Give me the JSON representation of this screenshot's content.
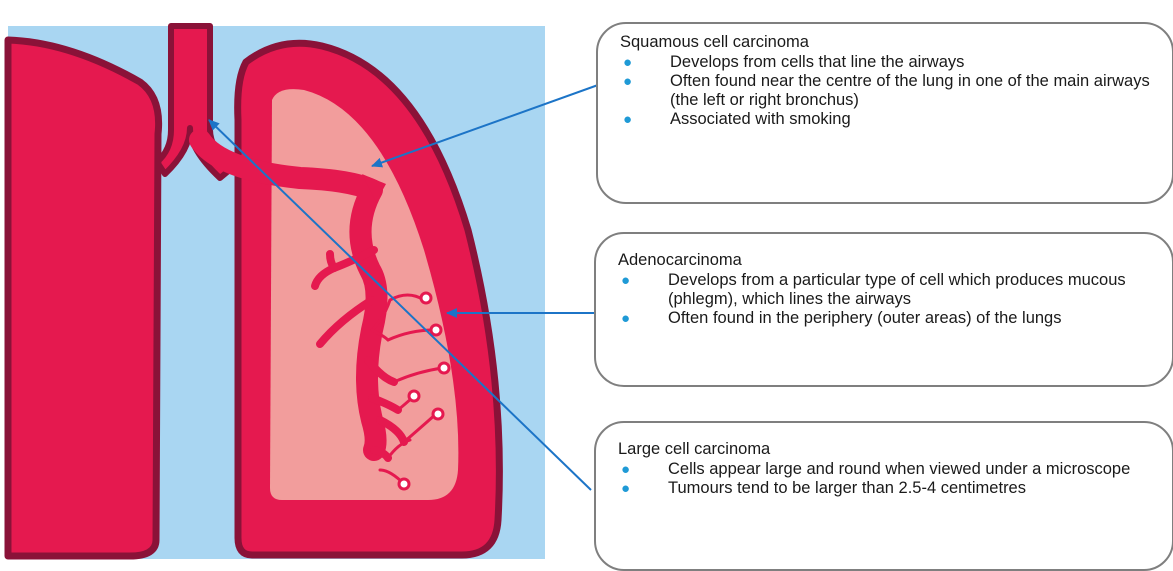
{
  "colors": {
    "background": "#a9d6f2",
    "lung_outline": "#8a1238",
    "lung_fill": "#e5194f",
    "lung_inner": "#f29d9c",
    "arrow": "#1c74c7",
    "bullet": "#1f9ad6",
    "box_border": "#7f7f7f"
  },
  "callouts": {
    "squamous": {
      "title": "Squamous cell carcinoma",
      "bullets": [
        "Develops from cells that line the airways",
        "Often found near the centre of the lung in one of the main airways (the left or right bronchus)",
        "Associated with smoking"
      ]
    },
    "adeno": {
      "title": "Adenocarcinoma",
      "bullets": [
        "Develops from a particular type of cell which produces mucous (phlegm), which lines the airways",
        "Often found in the periphery (outer areas) of the lungs"
      ]
    },
    "large": {
      "title": "Large cell carcinoma",
      "bullets": [
        "Cells appear large and round when viewed under a microscope",
        "Tumours tend to be larger than 2.5-4 centimetres"
      ]
    }
  }
}
